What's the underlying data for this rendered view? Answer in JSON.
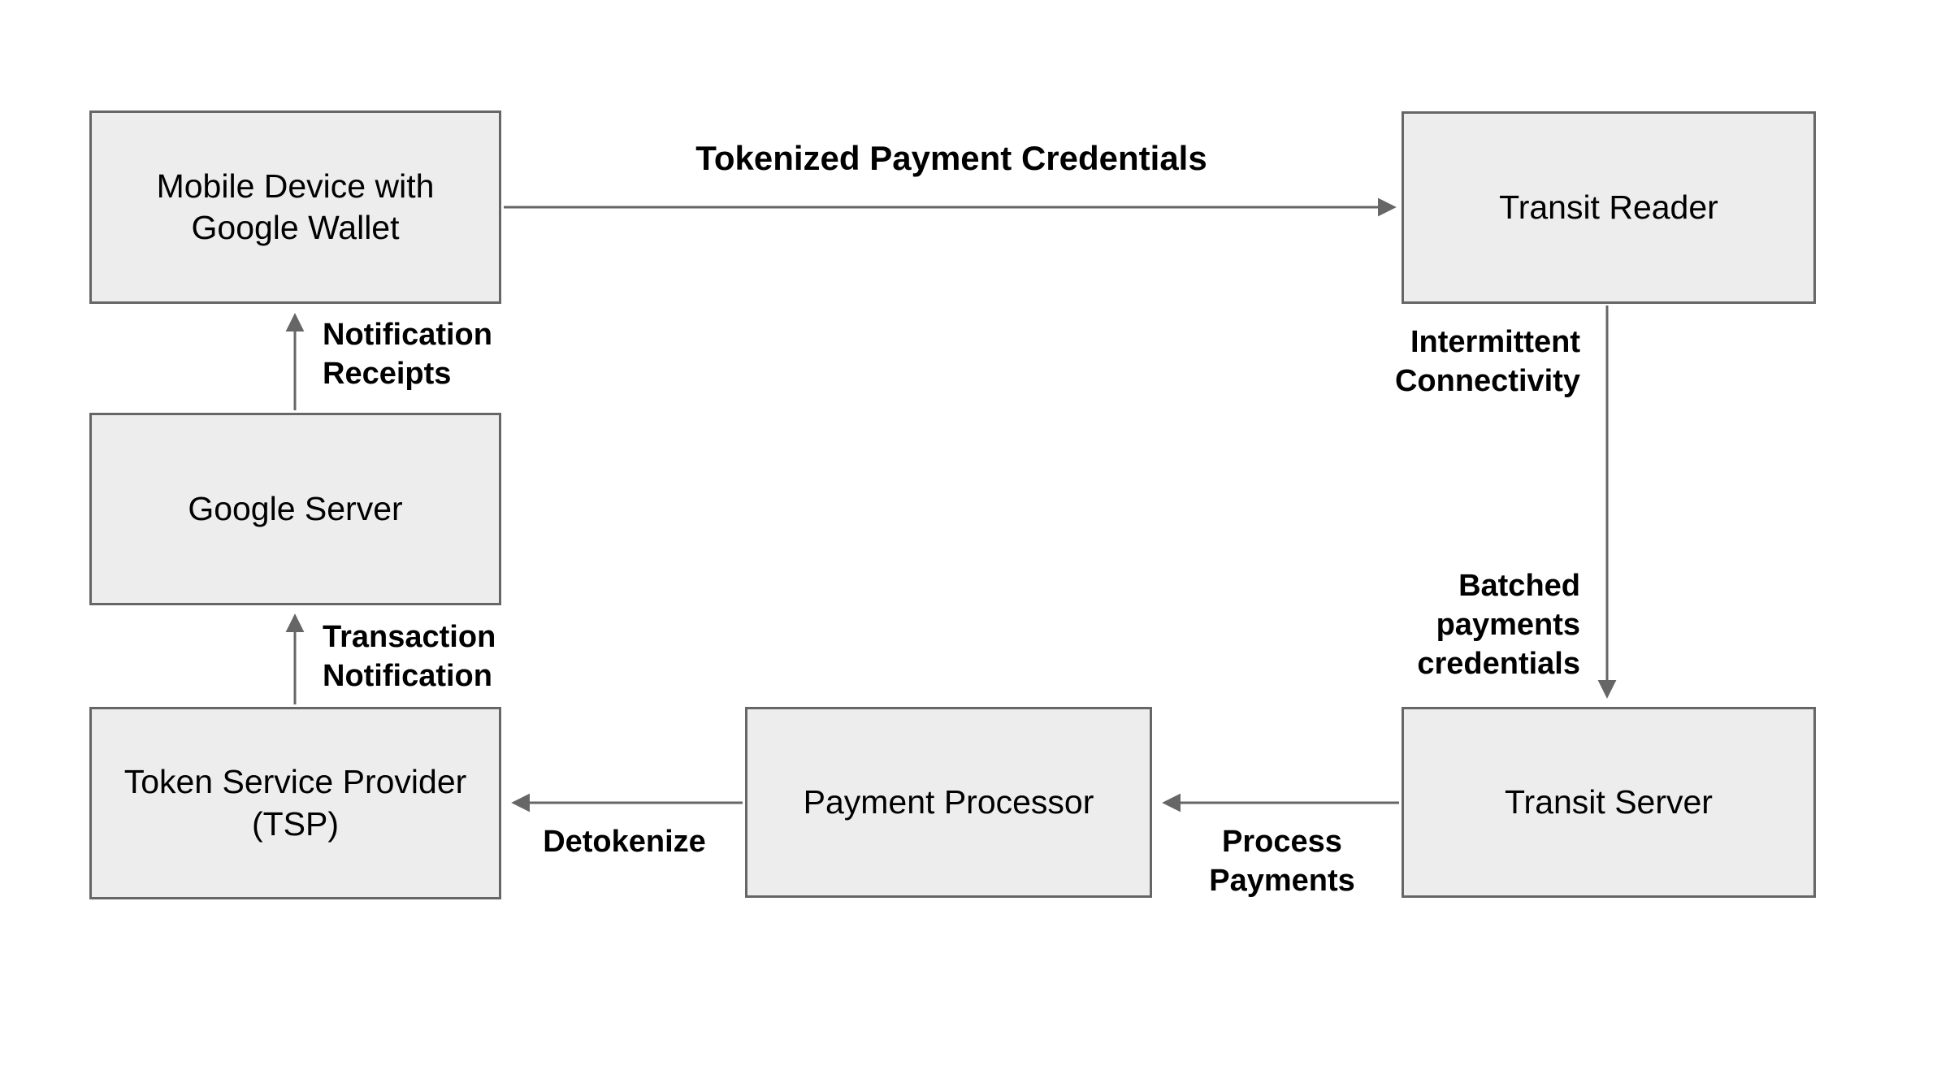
{
  "diagram": {
    "title_note": "Google Wallet transit payment flow diagram",
    "nodes": {
      "mobile_device": {
        "label": "Mobile Device with Google Wallet"
      },
      "transit_reader": {
        "label": "Transit Reader"
      },
      "google_server": {
        "label": "Google Server"
      },
      "tsp": {
        "label": "Token Service Provider (TSP)"
      },
      "payment_processor": {
        "label": "Payment Processor"
      },
      "transit_server": {
        "label": "Transit Server"
      }
    },
    "edges": {
      "tokenized": {
        "label": "Tokenized Payment Credentials",
        "from": "mobile_device",
        "to": "transit_reader"
      },
      "notification_receipts": {
        "label": "Notification\nReceipts",
        "from": "google_server",
        "to": "mobile_device"
      },
      "transaction_notification": {
        "label": "Transaction\nNotification",
        "from": "tsp",
        "to": "google_server"
      },
      "intermittent_connectivity": {
        "label": "Intermittent\nConnectivity",
        "from": "transit_reader",
        "to": "transit_server"
      },
      "batched_payments": {
        "label": "Batched\npayments\ncredentials",
        "from": "transit_reader",
        "to": "transit_server"
      },
      "process_payments": {
        "label": "Process\nPayments",
        "from": "transit_server",
        "to": "payment_processor"
      },
      "detokenize": {
        "label": "Detokenize",
        "from": "payment_processor",
        "to": "tsp"
      }
    },
    "colors": {
      "node_fill": "#ededed",
      "node_border": "#666666",
      "arrow": "#666666",
      "text": "#000000",
      "background": "#ffffff"
    }
  }
}
